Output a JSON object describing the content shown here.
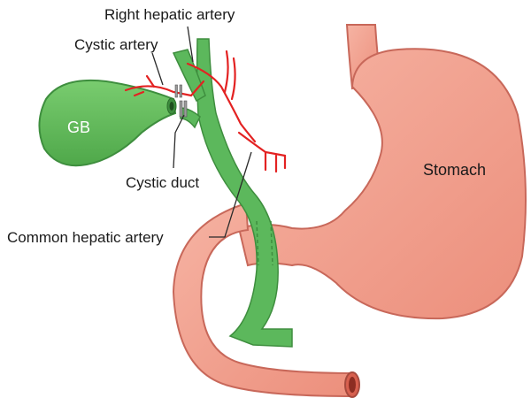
{
  "labels": {
    "right_hepatic_artery": "Right hepatic artery",
    "cystic_artery": "Cystic artery",
    "gb": "GB",
    "cystic_duct": "Cystic duct",
    "common_hepatic_artery": "Common hepatic artery",
    "stomach": "Stomach"
  },
  "colors": {
    "bile_duct_green": "#5cb85c",
    "bile_duct_outline": "#3e8e3e",
    "artery_red": "#e32222",
    "stomach_pink": "#f2a08e",
    "stomach_outline": "#c8685a",
    "clip_gray": "#9a9a9a"
  }
}
